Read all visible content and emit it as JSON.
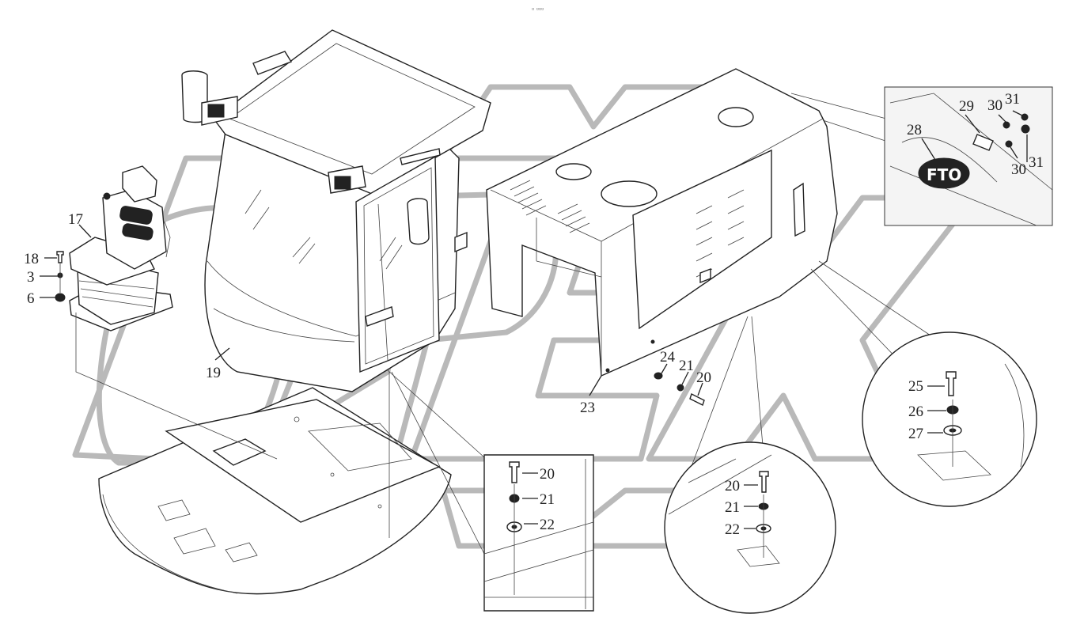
{
  "header": {
    "top_mark": "▫ ▫▫▫"
  },
  "watermark": {
    "text": "OPEX"
  },
  "logo": {
    "text": "FTO"
  },
  "callouts": {
    "c17": "17",
    "c18": "18",
    "c3": "3",
    "c6": "6",
    "c19": "19",
    "c23": "23",
    "c24": "24",
    "c21a": "21",
    "c20a": "20",
    "c28": "28",
    "c29": "29",
    "c30a": "30",
    "c31a": "31",
    "c30b": "30",
    "c31b": "31",
    "c25": "25",
    "c26": "26",
    "c27": "27",
    "c20b": "20",
    "c21b": "21",
    "c22b": "22",
    "c20c": "20",
    "c21c": "21",
    "c22c": "22"
  }
}
